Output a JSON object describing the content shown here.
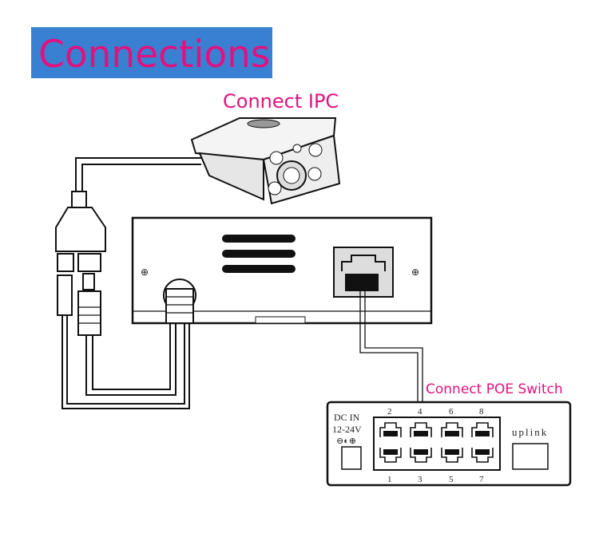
{
  "title": "Connections",
  "labels": {
    "camera": "Connect IPC",
    "switch": "Connect POE Switch"
  },
  "switch": {
    "dc_in": "DC IN",
    "voltage": "12-24V",
    "polarity": "⊖◐⊕",
    "uplink": "uplink",
    "top_ports": [
      "2",
      "4",
      "6",
      "8"
    ],
    "bottom_ports": [
      "1",
      "3",
      "5",
      "7"
    ]
  },
  "colors": {
    "title_bg": "#3a80d2",
    "accent": "#e0127f"
  }
}
